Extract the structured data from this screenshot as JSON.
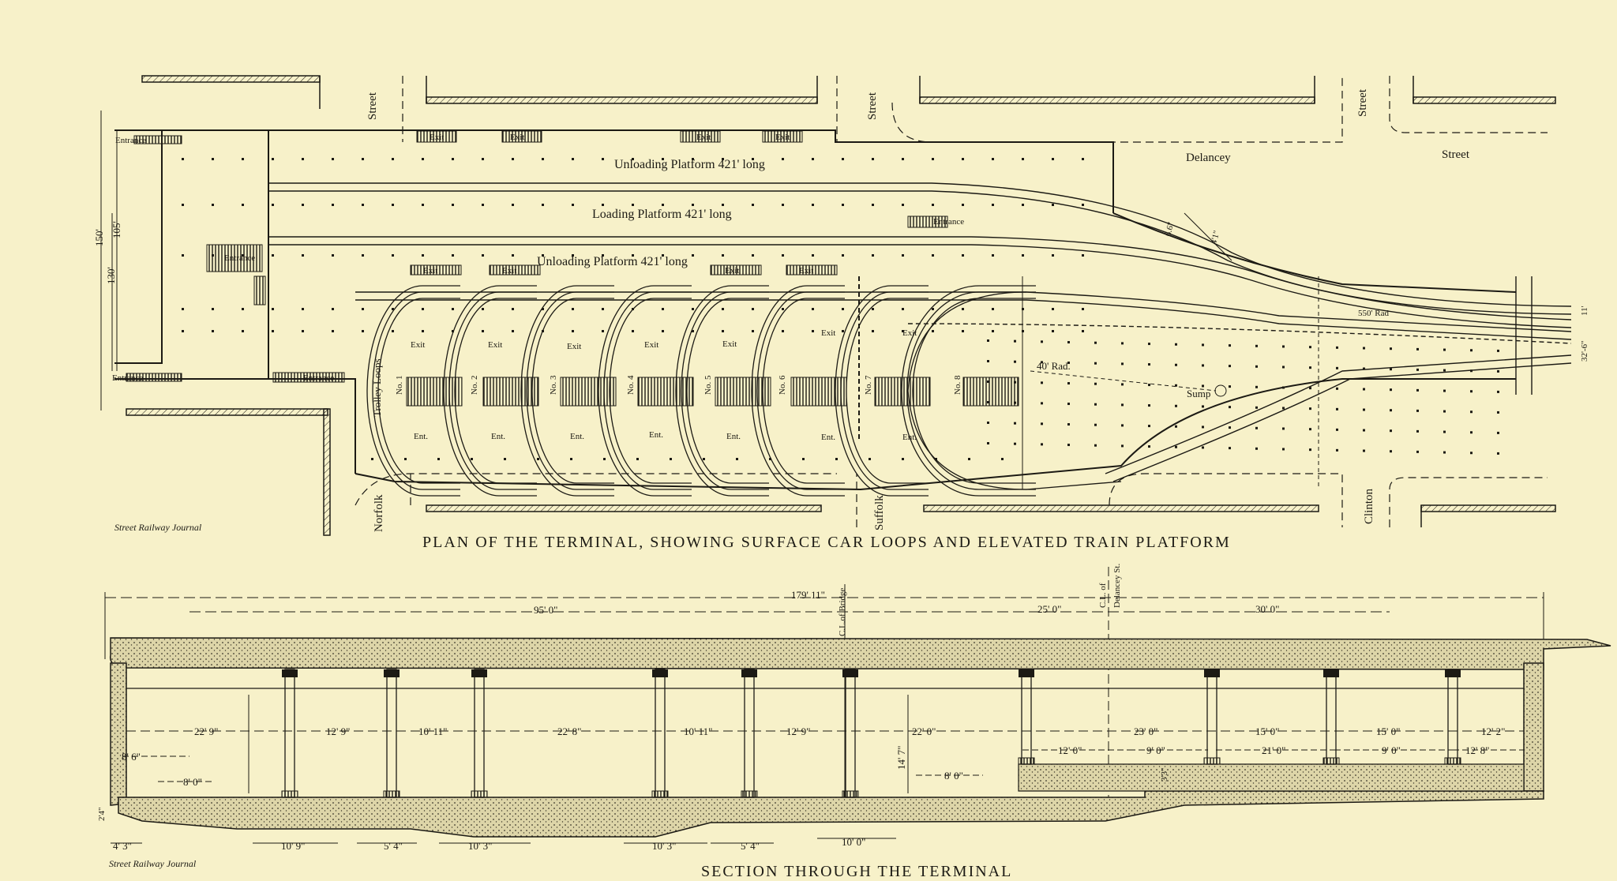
{
  "plan": {
    "caption": "PLAN OF THE TERMINAL, SHOWING SURFACE CAR LOOPS AND ELEVATED TRAIN PLATFORM",
    "credit": "Street Railway Journal",
    "streets": {
      "street_top_1": "Street",
      "street_top_2": "Street",
      "street_top_3": "Street",
      "delancey": "Delancey",
      "street_right": "Street",
      "norfolk": "Norfolk",
      "suffolk": "Suffolk",
      "clinton": "Clinton"
    },
    "platforms": {
      "unloading_top": "Unloading Platform 421' long",
      "loading": "Loading Platform 421' long",
      "unloading_bottom": "Unloading Platform 421' long"
    },
    "labels": {
      "entrance": "Entrance",
      "exit": "Exit",
      "ent": "Ent.",
      "trolley_loops": "Trolley Loops",
      "radius_40": "40' Rad.",
      "radius_550": "550' Rad",
      "sump": "Sump",
      "dim_150": "150'",
      "dim_105": "105'",
      "dim_130": "130'",
      "dim_6_6": "6.6\"",
      "dim_4_1": "4'1\"",
      "dim_11": "11'",
      "dim_32_6": "32'-6\""
    },
    "loops": [
      "No. 1",
      "No. 2",
      "No. 3",
      "No. 4",
      "No. 5",
      "No. 6",
      "No. 7",
      "No. 8"
    ]
  },
  "section": {
    "caption": "SECTION THROUGH THE TERMINAL",
    "credit": "Street Railway Journal",
    "overall": {
      "total": "179' 11\"",
      "left": "95' 0\"",
      "mid": "25' 0\"",
      "right": "30' 0\"",
      "cl_bridge": "C.L.of Bridge",
      "cl_delancey_1": "C.L. of",
      "cl_delancey_2": "Delancey St."
    },
    "spans": [
      "22' 9\"",
      "12' 9\"",
      "10' 11\"",
      "22' 8\"",
      "10' 11\"",
      "12' 9\"",
      "22' 0\"",
      "23' 0\"",
      "15' 0\"",
      "15' 0\"",
      "12' 2\""
    ],
    "inner": {
      "d8_6": "8' 6\"",
      "d8_0a": "8' 0\"",
      "d14_7": "14' 7\"",
      "d8_0b": "8' 0\"",
      "d12_0": "12' 0\"",
      "d9_0a": "9' 0\"",
      "d21_0": "21' 0\"",
      "d9_0b": "9' 0\"",
      "d12_8": "12' 8\"",
      "d3_3": "3'3\""
    },
    "bottom": {
      "d4_3": "4' 3\"",
      "d10_9": "10' 9\"",
      "d5_4a": "5' 4\"",
      "d10_3a": "10' 3\"",
      "d10_3b": "10' 3\"",
      "d5_4b": "5' 4\"",
      "d10_0": "10' 0\"",
      "d2_4": "2'4\""
    }
  },
  "colors": {
    "paper": "#f7f1c9",
    "ink": "#1c1a14",
    "concrete": "#d9d1a5"
  }
}
